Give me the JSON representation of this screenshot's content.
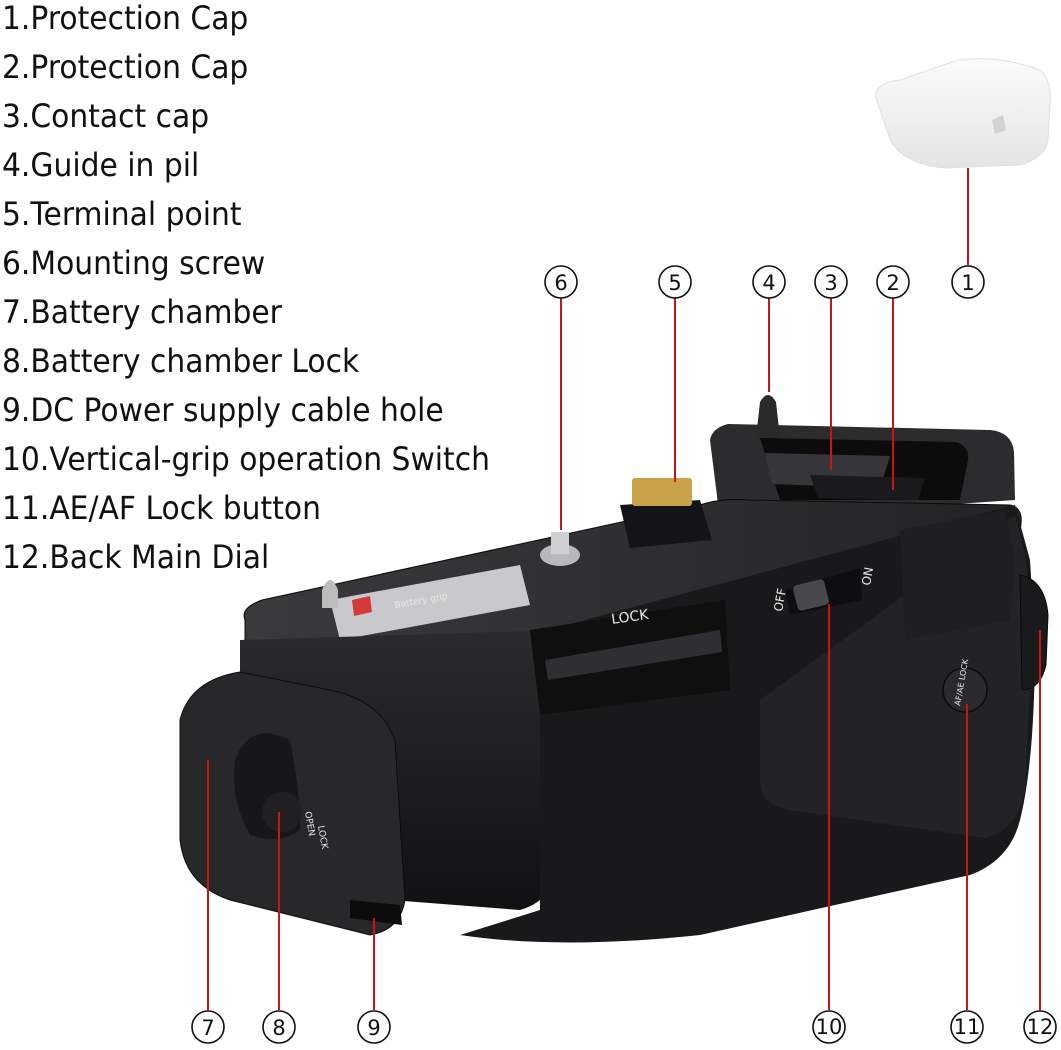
{
  "legend": [
    "1.Protection Cap",
    "2.Protection Cap",
    "3.Contact cap",
    "4.Guide in pil",
    "5.Terminal point",
    "6.Mounting screw",
    "7.Battery chamber",
    "8.Battery chamber Lock",
    "9.DC Power supply cable hole",
    "10.Vertical-grip operation Switch",
    "11.AE/AF Lock button",
    "12.Back Main Dial"
  ],
  "callouts": [
    "1",
    "2",
    "3",
    "4",
    "5",
    "6",
    "7",
    "8",
    "9",
    "10",
    "11",
    "12"
  ],
  "product_labels": {
    "lock_slider": "LOCK",
    "switch_off": "OFF",
    "switch_on": "ON",
    "aeaf_button": "AF/AE LOCK",
    "door_open": "OPEN",
    "door_lock": "LOCK"
  },
  "colors": {
    "leader_lines": "#c41818",
    "grip_body": "#1d1d1f",
    "contacts": "#c9a24a"
  }
}
